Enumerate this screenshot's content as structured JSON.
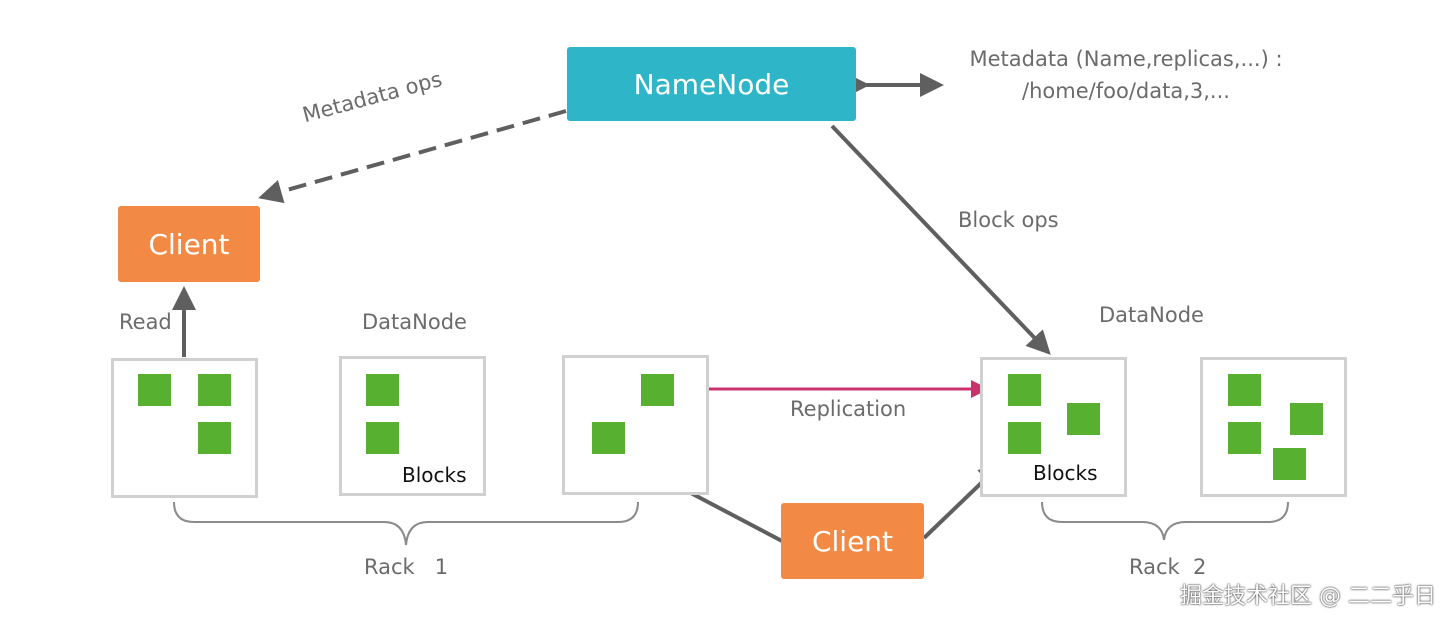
{
  "nodes": {
    "namenode": "NameNode",
    "client_top": "Client",
    "client_bottom": "Client"
  },
  "labels": {
    "metadata_ops": "Metadata ops",
    "metadata_line1": "Metadata (Name,replicas,...) :",
    "metadata_line2": "/home/foo/data,3,...",
    "block_ops": "Block ops",
    "read": "Read",
    "datanode_left": "DataNode",
    "datanode_right": "DataNode",
    "replication": "Replication",
    "blocks_1": "Blocks",
    "blocks_2": "Blocks",
    "rack1": "Rack   1",
    "rack2": "Rack  2"
  },
  "watermark": "掘金技术社区 @ 二二乎日",
  "colors": {
    "namenode": "#2eb5c8",
    "client": "#f28a46",
    "block": "#58b031",
    "replication": "#c8336e",
    "arrow": "#5f5f5f",
    "datanode_border": "#d0d0d0"
  }
}
